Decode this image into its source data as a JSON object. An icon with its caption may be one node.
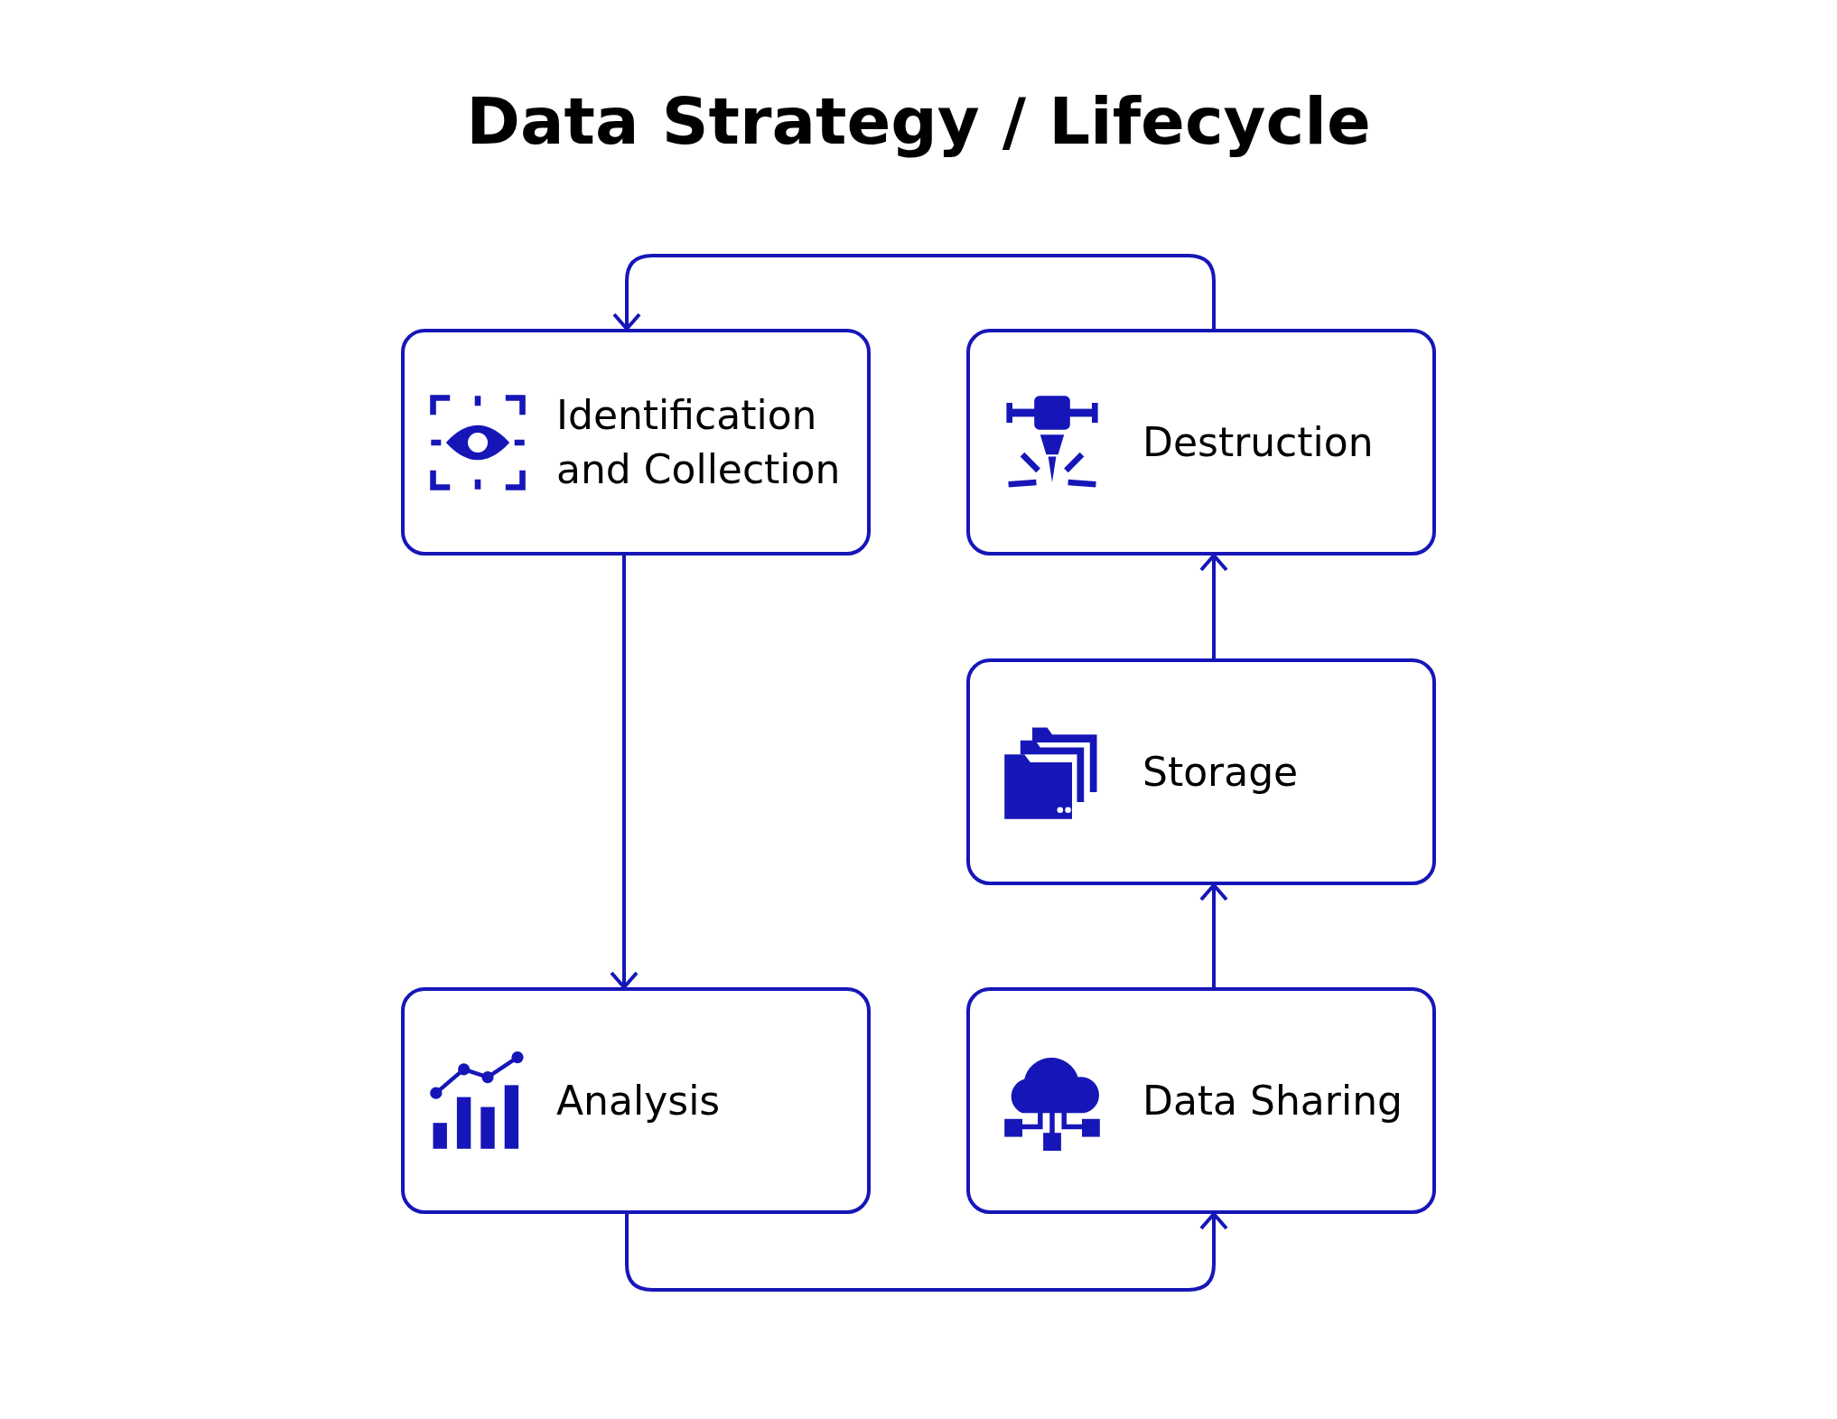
{
  "diagram": {
    "title": "Data Strategy / Lifecycle",
    "nodes": [
      {
        "text": [
          "Identification and Collection"
        ]
      },
      {
        "text": [
          "Destruction"
        ]
      },
      {
        "text": [
          "Storage"
        ]
      },
      {
        "text": [
          "Analysis"
        ]
      },
      {
        "text": [
          "Data Sharing"
        ]
      }
    ],
    "edges": [
      {
        "from": 0,
        "to": 3,
        "arrow": "to"
      },
      {
        "from": 3,
        "to": 4,
        "arrow": "to"
      },
      {
        "from": 4,
        "to": 2,
        "arrow": "to"
      },
      {
        "from": 2,
        "to": 1,
        "arrow": "to"
      },
      {
        "from": 1,
        "to": 0,
        "arrow": "to"
      }
    ]
  }
}
